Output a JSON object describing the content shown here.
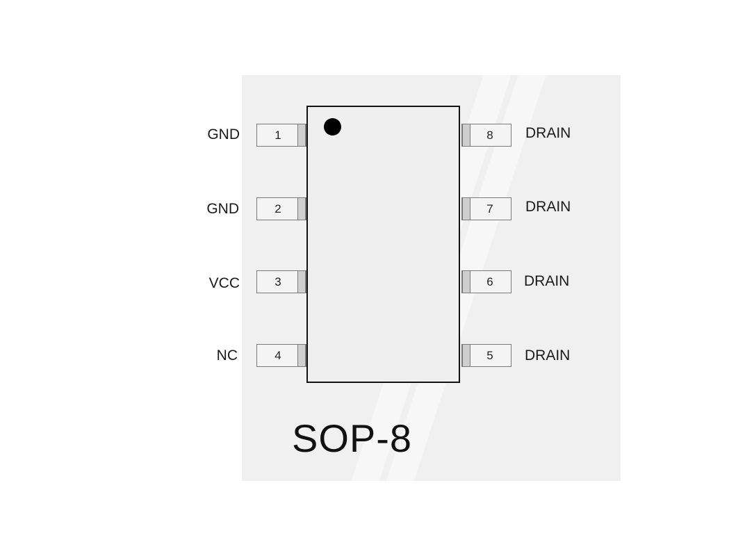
{
  "package": "SOP-8",
  "pins": {
    "left": [
      {
        "number": "1",
        "name": "GND"
      },
      {
        "number": "2",
        "name": "GND"
      },
      {
        "number": "3",
        "name": "VCC"
      },
      {
        "number": "4",
        "name": "NC"
      }
    ],
    "right": [
      {
        "number": "8",
        "name": "DRAIN"
      },
      {
        "number": "7",
        "name": "DRAIN"
      },
      {
        "number": "6",
        "name": "DRAIN"
      },
      {
        "number": "5",
        "name": "DRAIN"
      }
    ]
  }
}
